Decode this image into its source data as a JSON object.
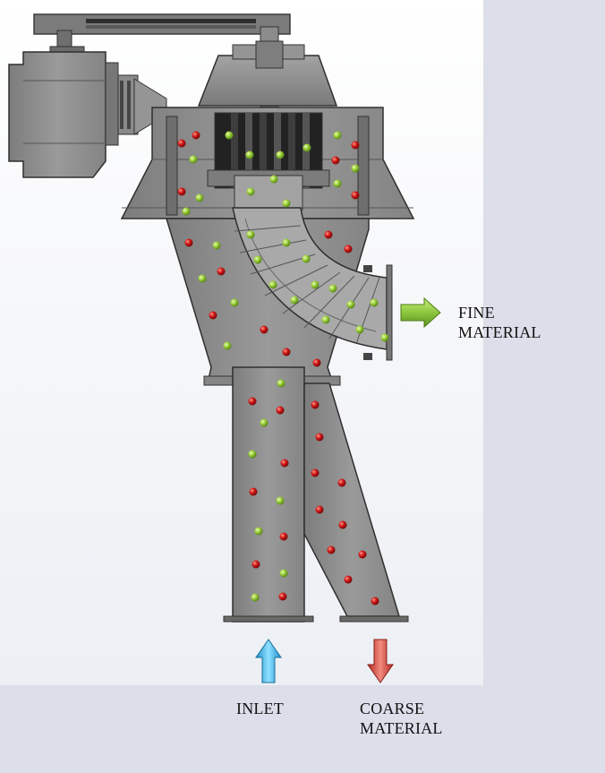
{
  "labels": {
    "fine_line1": "FINE",
    "fine_line2": "MATERIAL",
    "inlet": "INLET",
    "coarse_line1": "COARSE",
    "coarse_line2": "MATERIAL"
  },
  "colors": {
    "body": "#8e8e8e",
    "body_light": "#a7a7a7",
    "body_dark": "#4a4a4a",
    "fine_particle": "#9ccf3c",
    "coarse_particle": "#d01818",
    "fine_arrow": "#8cc63f",
    "inlet_arrow": "#3fb4e6",
    "coarse_arrow": "#d9453c"
  }
}
